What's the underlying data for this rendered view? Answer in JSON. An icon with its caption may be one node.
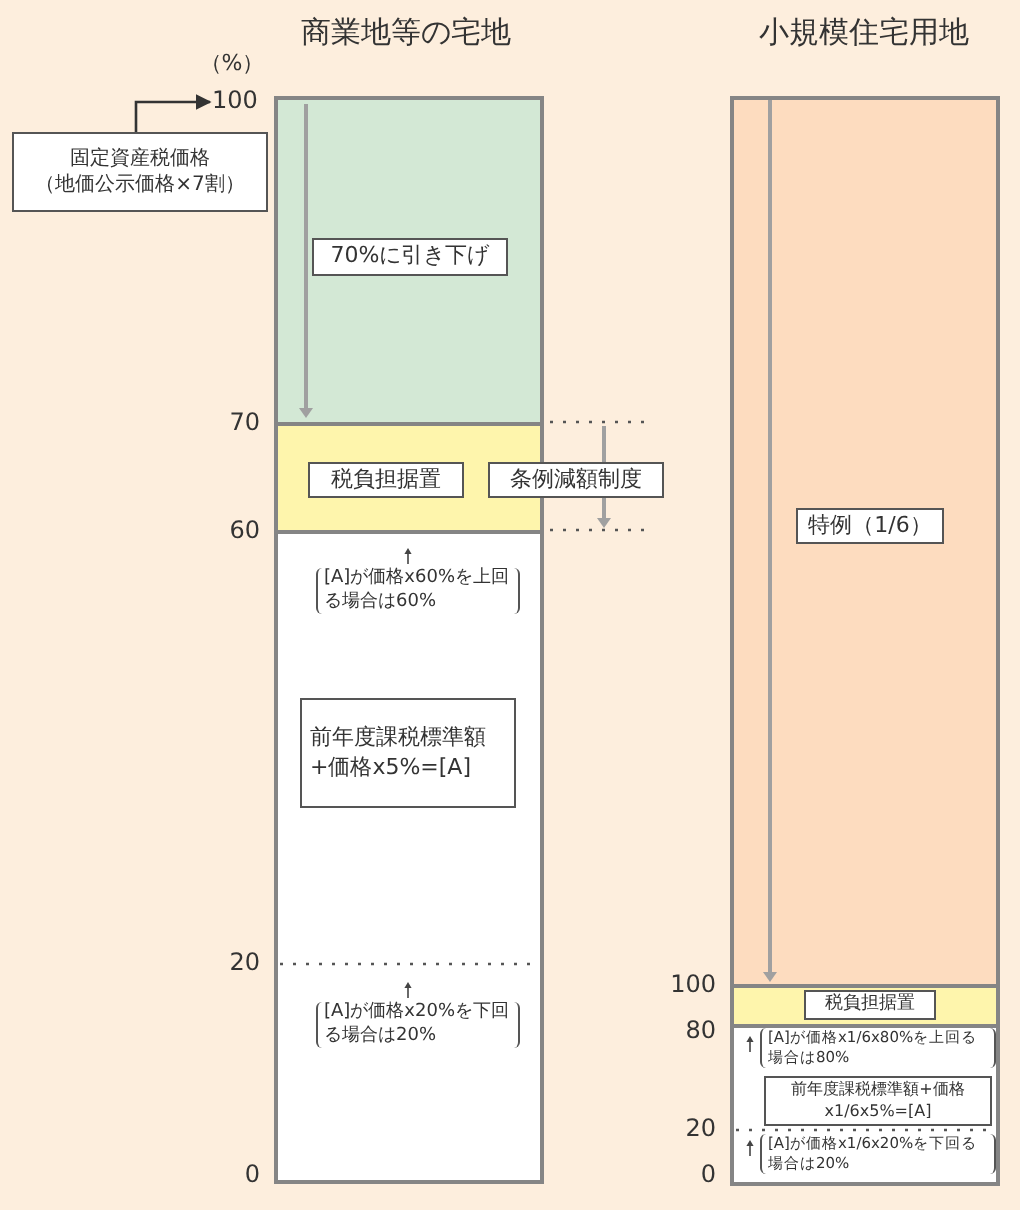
{
  "diagram": {
    "nodes": [
      {
        "text": [
          "固定資産税価格（地価公示価格×7割）"
        ]
      },
      {
        "text": [
          "100"
        ]
      },
      {
        "text": [
          "70%に引き下げ"
        ]
      },
      {
        "text": [
          "税負担据置"
        ]
      },
      {
        "text": [
          "条例減額制度"
        ]
      },
      {
        "text": [
          "前年度課税標準額+価格x5%=[A]"
        ]
      },
      {
        "text": [
          "特例（1/6）"
        ]
      },
      {
        "text": [
          "税負担据置"
        ]
      },
      {
        "text": [
          "前年度課税標準額+価格x1/6x5%=[A]"
        ]
      }
    ],
    "edges": [
      {
        "from": 0,
        "to": 1,
        "arrow": "to"
      }
    ],
    "labels": [
      "商業地等の宅地",
      "（%）",
      "70",
      "60",
      "[A]が価格x60%を上回る場合は60%",
      "20",
      "[A]が価格x20%を下回る場合は20%",
      "0",
      "小規模住宅用地",
      "100",
      "80",
      "[A]が価格x1/6x80%を上回る場合は80%",
      "20",
      "[A]が価格x1/6x20%を下回る場合は20%",
      "0"
    ]
  }
}
